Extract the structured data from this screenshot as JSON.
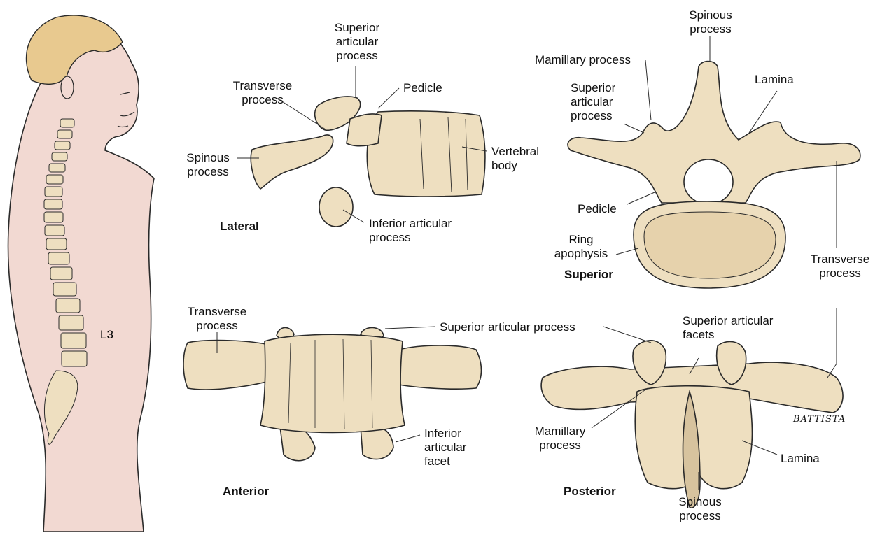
{
  "colors": {
    "bone": "#eedfc0",
    "bone_shade": "#d7c39e",
    "bone_dark": "#b9a27c",
    "skin": "#f2d9d2",
    "hair": "#e8c98f",
    "outline": "#2a2a2a"
  },
  "figure": {
    "level_label": "L3"
  },
  "views": {
    "lateral": "Lateral",
    "superior": "Superior",
    "anterior": "Anterior",
    "posterior": "Posterior"
  },
  "labels": {
    "lateral_superior_articular": "Superior\narticular\nprocess",
    "lateral_transverse": "Transverse\nprocess",
    "lateral_pedicle": "Pedicle",
    "lateral_spinous": "Spinous\nprocess",
    "lateral_vertebral_body": "Vertebral\nbody",
    "lateral_inferior_articular": "Inferior articular\nprocess",
    "superior_spinous": "Spinous\nprocess",
    "superior_mamillary": "Mamillary process",
    "superior_lamina": "Lamina",
    "superior_superior_articular": "Superior\narticular\nprocess",
    "superior_pedicle": "Pedicle",
    "superior_ring_apophysis": "Ring\napophysis",
    "superior_transverse": "Transverse\nprocess",
    "anterior_transverse": "Transverse\nprocess",
    "shared_superior_articular": "Superior articular process",
    "anterior_inferior_facet": "Inferior\narticular\nfacet",
    "posterior_superior_facets": "Superior articular\nfacets",
    "posterior_mamillary": "Mamillary\nprocess",
    "posterior_lamina": "Lamina",
    "posterior_spinous": "Spinous\nprocess"
  },
  "signature": "BATTISTA"
}
